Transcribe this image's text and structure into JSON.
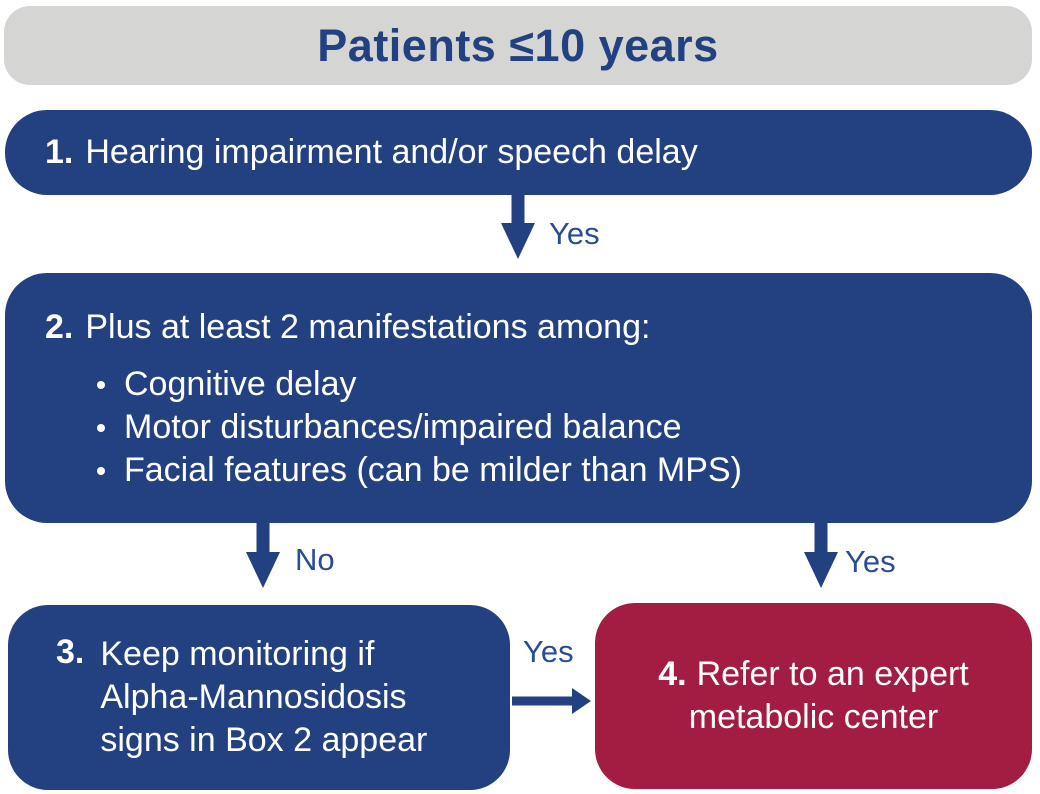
{
  "colors": {
    "box_blue": "#234180",
    "box_red": "#A31D42",
    "header_bg": "#D5D5D3",
    "header_text": "#234180",
    "arrow_blue": "#234180",
    "label_blue": "#2A4C94",
    "box_text": "#FFFFFF"
  },
  "header": {
    "title": "Patients ≤10 years"
  },
  "flow": {
    "box1": {
      "number": "1.",
      "text": "Hearing impairment and/or speech delay"
    },
    "arrow1_label": "Yes",
    "box2": {
      "number": "2.",
      "heading": "Plus at least 2 manifestations among:",
      "bullets": [
        "Cognitive delay",
        "Motor disturbances/impaired balance",
        "Facial features (can be milder than MPS)"
      ]
    },
    "arrow_no_label": "No",
    "arrow_yes_label": "Yes",
    "box3": {
      "number": "3.",
      "lines": [
        "Keep monitoring if",
        "Alpha-Mannosidosis",
        "signs in Box 2 appear"
      ]
    },
    "arrow_mid_label": "Yes",
    "box4": {
      "number": "4.",
      "lines": [
        "Refer to an expert",
        "metabolic center"
      ]
    }
  }
}
